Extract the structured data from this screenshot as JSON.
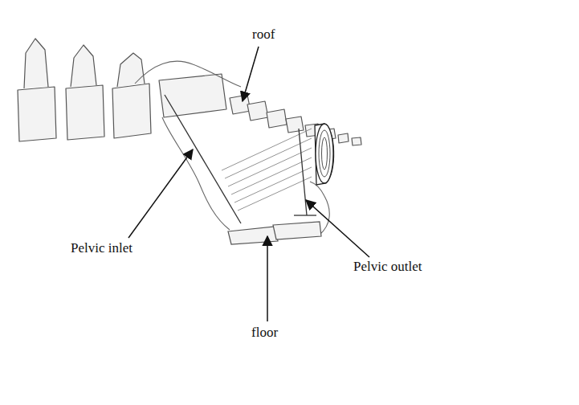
{
  "diagram": {
    "labels": [
      "roof",
      "Pelvic inlet",
      "Pelvic outlet",
      "floor"
    ]
  }
}
